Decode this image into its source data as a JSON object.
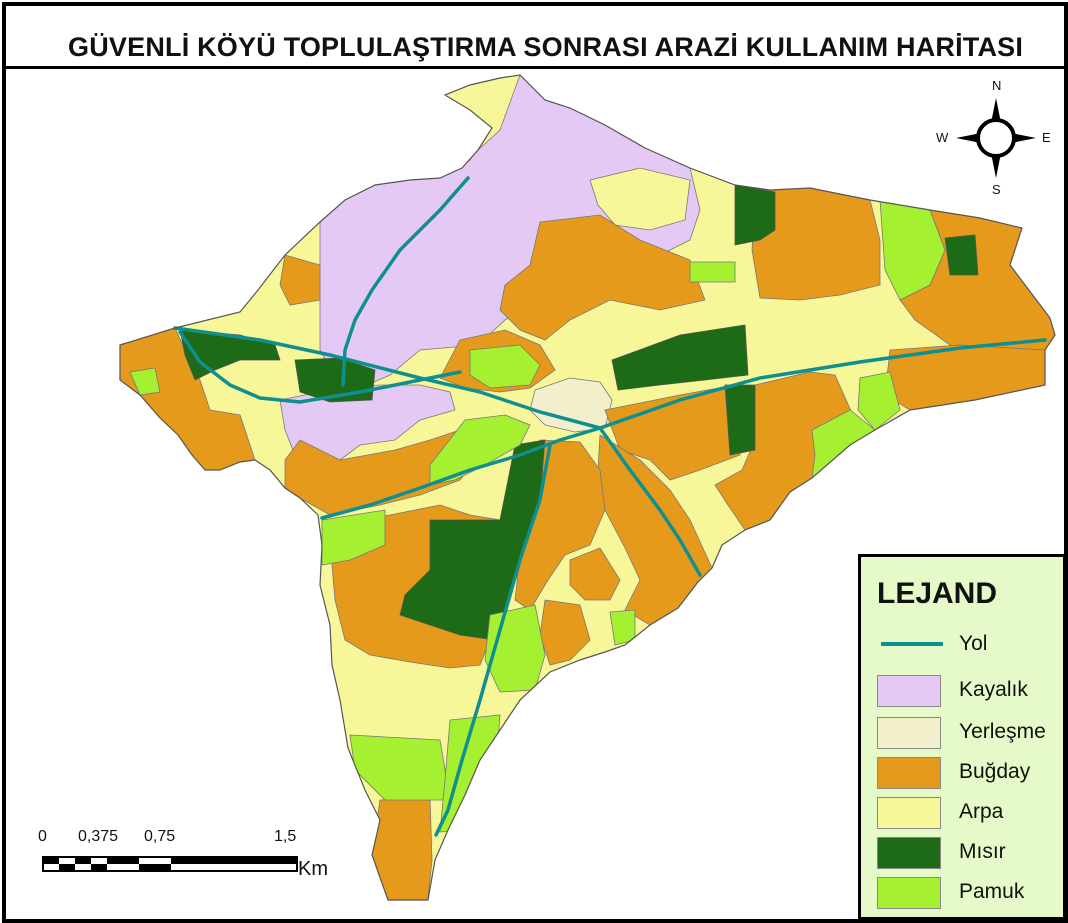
{
  "title": "GÜVENLİ KÖYÜ TOPLULAŞTIRMA SONRASI ARAZİ KULLANIM HARİTASI",
  "legend": {
    "title": "LEJAND",
    "items": [
      {
        "label": "Yol",
        "color": "#0f8f8f",
        "kind": "line"
      },
      {
        "label": "Kayalık",
        "color": "#e5c9f5",
        "kind": "fill"
      },
      {
        "label": "Yerleşme",
        "color": "#f2efcc",
        "kind": "fill"
      },
      {
        "label": "Buğday",
        "color": "#e69a1c",
        "kind": "fill"
      },
      {
        "label": "Arpa",
        "color": "#f7f79a",
        "kind": "fill"
      },
      {
        "label": "Mısır",
        "color": "#1d6b16",
        "kind": "fill"
      },
      {
        "label": "Pamuk",
        "color": "#a6f032",
        "kind": "fill"
      }
    ]
  },
  "compass": {
    "n": "N",
    "s": "S",
    "e": "E",
    "w": "W"
  },
  "scale_bar": {
    "ticks": [
      "0",
      "0,375",
      "0,75",
      "1,5"
    ],
    "unit": "Km"
  }
}
